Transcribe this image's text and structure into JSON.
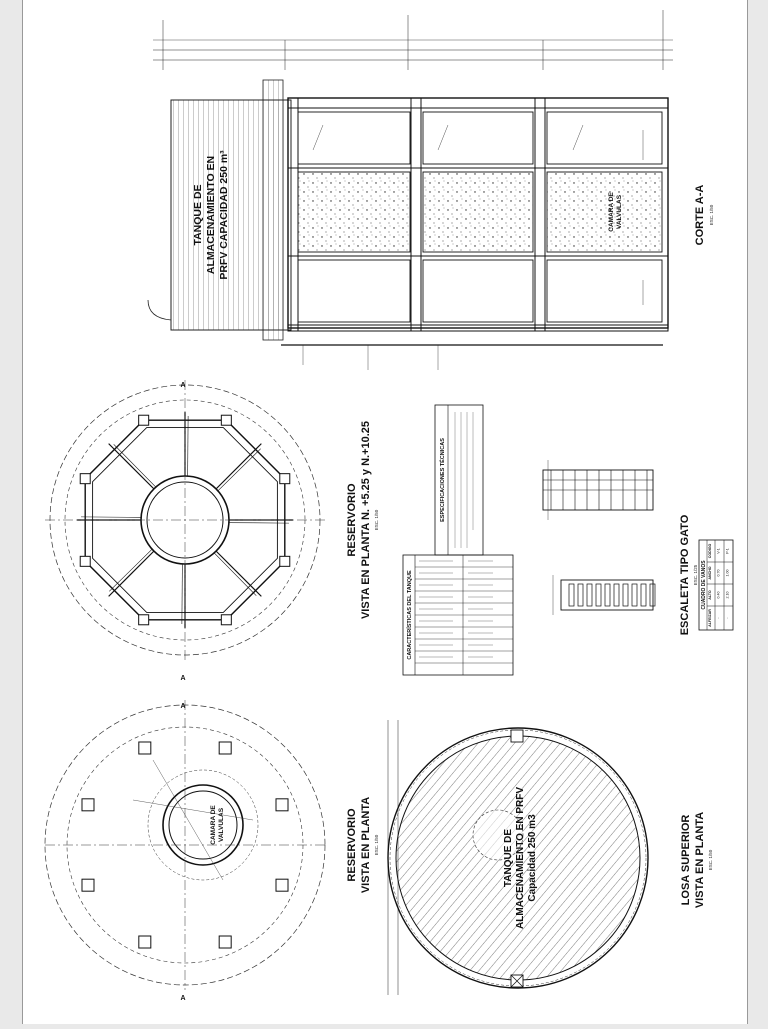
{
  "views": {
    "corte": {
      "title": "CORTE A-A",
      "scale": "ESC. 1/50"
    },
    "tank_side": {
      "line1": "TANQUE DE",
      "line2": "ALMACENAMIENTO EN",
      "line3": "PRFV CAPACIDAD 250 m³"
    },
    "camara": {
      "line1": "CAMARA DE",
      "line2": "VALVULAS"
    },
    "plan_upper": {
      "line1": "RESERVORIO",
      "line2": "VISTA EN PLANTA N. +5.25 y N.+10.25",
      "scale": "ESC. 1/50"
    },
    "plan_lower": {
      "line1": "RESERVORIO",
      "line2": "VISTA EN PLANTA",
      "scale": "ESC. 1/50"
    },
    "losa": {
      "line1": "LOSA SUPERIOR",
      "line2": "VISTA EN PLANTA",
      "scale": "ESC. 1/50"
    },
    "tank_top": {
      "line1": "TANQUE DE",
      "line2": "ALMACENAMIENTO EN PRFV",
      "line3": "Capacidad 250 m3"
    },
    "escaleta": {
      "title": "ESCALETA TIPO GATO",
      "scale": "ESC. 1/25"
    },
    "section_mark": "A"
  },
  "especificaciones": {
    "title": "ESPECIFICACIONES TÉCNICAS"
  },
  "caracteristicas": {
    "title": "CARACTERÍSTICAS DEL TANQUE"
  },
  "vanos": {
    "title": "CUADRO DE VANOS",
    "headers": [
      "CODIGO",
      "ANCHO",
      "ALTO",
      "ALFEIZAR"
    ],
    "rows": [
      [
        "V-1",
        "0.70",
        "0.40",
        "-"
      ],
      [
        "P-1",
        "1.00",
        "2.10",
        "-"
      ]
    ]
  }
}
